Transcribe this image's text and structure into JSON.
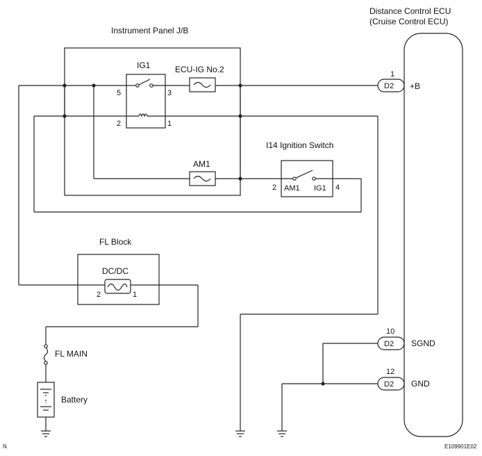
{
  "jb": {
    "title": "Instrument Panel J/B"
  },
  "relay": {
    "label": "IG1",
    "pin_5": "5",
    "pin_3": "3",
    "pin_2": "2",
    "pin_1": "1"
  },
  "fuse_ecuig": {
    "label": "ECU-IG No.2"
  },
  "fuse_am1": {
    "label": "AM1"
  },
  "ign": {
    "title": "I14 Ignition Switch",
    "pin_2": "2",
    "pin_4": "4",
    "am1": "AM1",
    "ig1": "IG1"
  },
  "ecu": {
    "title_line1": "Distance Control ECU",
    "title_line2": "(Cruise Control ECU)"
  },
  "connectors": [
    {
      "pin": "1",
      "code": "D2",
      "terminal": "+B"
    },
    {
      "pin": "10",
      "code": "D2",
      "terminal": "SGND"
    },
    {
      "pin": "12",
      "code": "D2",
      "terminal": "GND"
    }
  ],
  "flblock": {
    "title": "FL Block",
    "fuse": "DC/DC",
    "pin_2": "2",
    "pin_1": "1"
  },
  "flmain": {
    "label": "FL MAIN"
  },
  "battery": {
    "label": "Battery"
  },
  "corner_left": "N",
  "figure_id": "E109901E02"
}
